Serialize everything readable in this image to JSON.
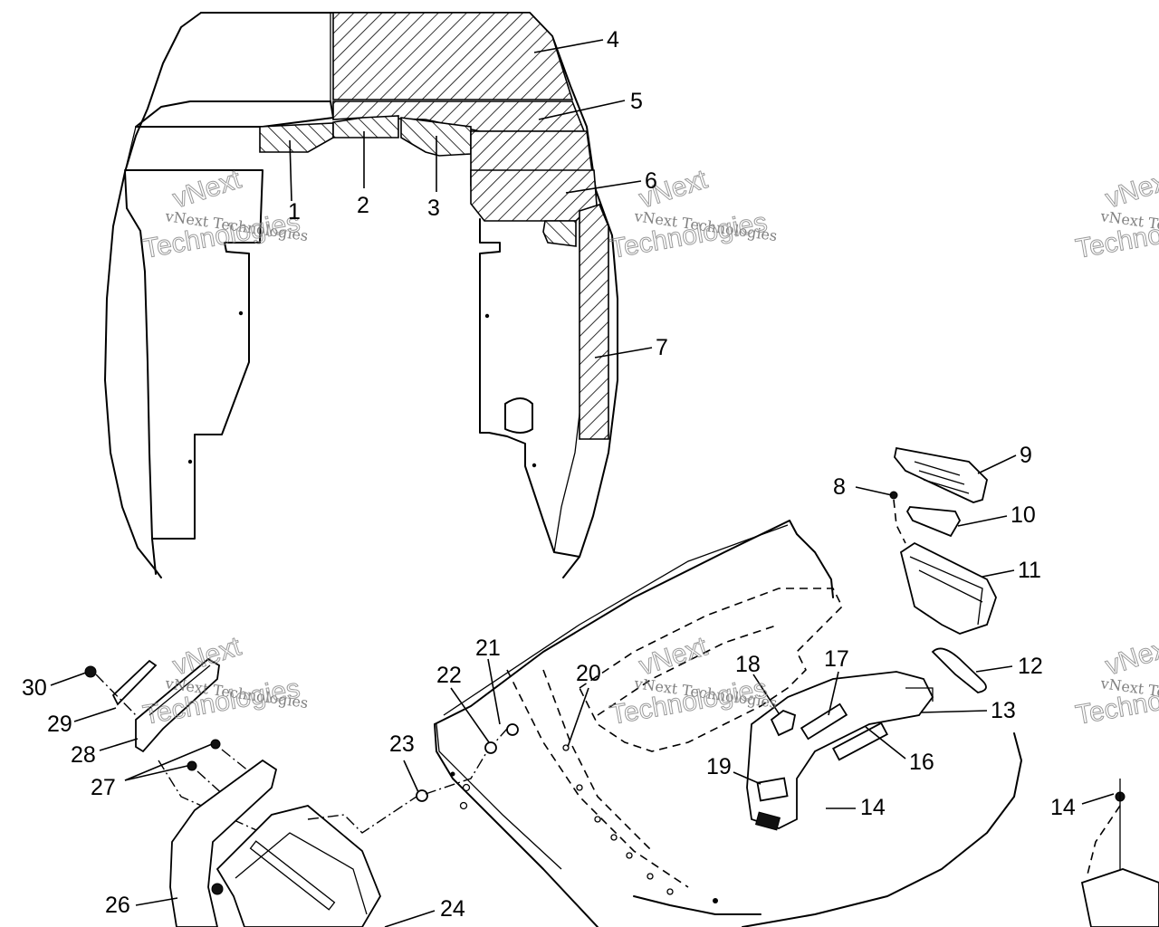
{
  "watermark": {
    "line1": "vNext Technologies",
    "line2": "vNext",
    "line3": "Technologies"
  },
  "callouts": {
    "c1": "1",
    "c2": "2",
    "c3": "3",
    "c4": "4",
    "c5": "5",
    "c6": "6",
    "c7": "7",
    "c8": "8",
    "c9": "9",
    "c10": "10",
    "c11": "11",
    "c12": "12",
    "c13": "13",
    "c14a": "14",
    "c14b": "14",
    "c16": "16",
    "c17": "17",
    "c18": "18",
    "c19": "19",
    "c20": "20",
    "c21": "21",
    "c22": "22",
    "c23": "23",
    "c24": "24",
    "c26": "26",
    "c27": "27",
    "c28": "28",
    "c29": "29",
    "c30": "30"
  },
  "colors": {
    "line": "#000000",
    "background": "#ffffff",
    "watermark": "#8a8a8a"
  }
}
